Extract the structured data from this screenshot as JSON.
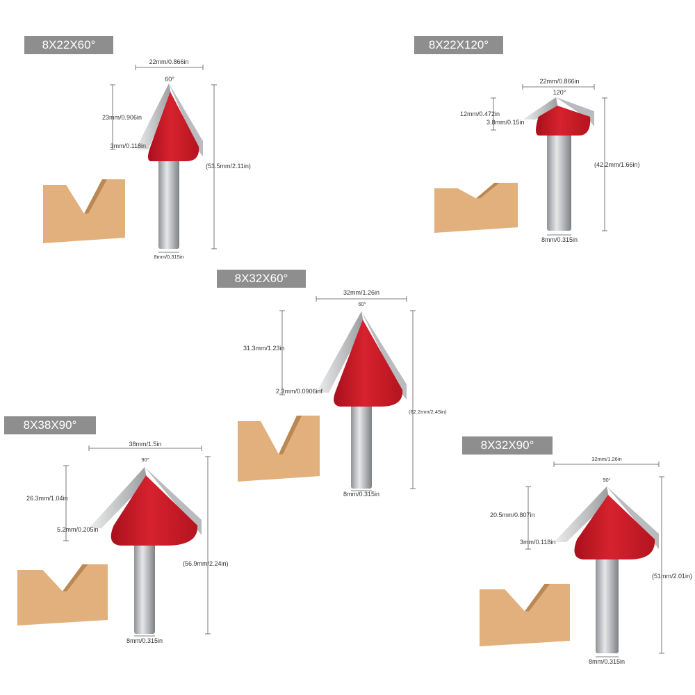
{
  "colors": {
    "label_bg": "#8e8e8e",
    "cutter_red": "#d7222f",
    "steel": "#c4c6c9",
    "wood": "#e2b07c"
  },
  "panels": [
    {
      "title": "8X22X60°",
      "top_width": "22mm/0.866in",
      "angle": "60°",
      "left_upper": "23mm/0.906in",
      "left_lower": "3mm/0.118in",
      "total_length": "(53.5mm/2.11in)",
      "shank": "8mm/0.315in"
    },
    {
      "title": "8X22X120°",
      "top_width": "22mm/0.866in",
      "angle": "120°",
      "left_upper": "12mm/0.472in",
      "left_lower": "3.8mm/0.15in",
      "total_length": "(42.2mm/1.66in)",
      "shank": "8mm/0.315in"
    },
    {
      "title": "8X32X60°",
      "top_width": "32mm/1.26in",
      "angle": "60°",
      "left_upper": "31.3mm/1.23in",
      "left_lower": "2.3mm/0.0906inf",
      "total_length": "(62.2mm/2.45in)",
      "shank": "8mm/0.315in"
    },
    {
      "title": "8X38X90°",
      "top_width": "38mm/1.5in",
      "angle": "90°",
      "left_upper": "26.3mm/1.04in",
      "left_lower": "5.2mm/0.205in",
      "total_length": "(56.9mm/2.24in)",
      "shank": "8mm/0.315in"
    },
    {
      "title": "8X32X90°",
      "top_width": "32mm/1.26in",
      "angle": "90°",
      "left_upper": "20.5mm/0.807in",
      "left_lower": "3mm/0.118in",
      "total_length": "(51mm/2.01in)",
      "shank": "8mm/0.315in"
    }
  ]
}
